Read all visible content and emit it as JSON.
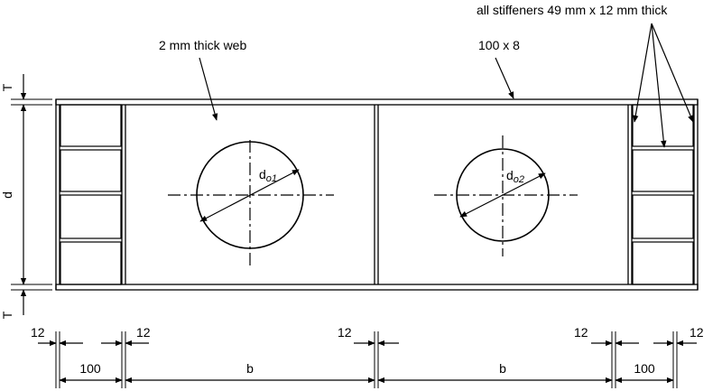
{
  "annotations": {
    "stiffeners": "all stiffeners 49 mm x 12 mm thick",
    "web": "2 mm thick web",
    "flange": "100 x 8"
  },
  "labels": {
    "T": "T",
    "d": "d",
    "do1_main": "d",
    "do1_sub": "o1",
    "do2_main": "d",
    "do2_sub": "o2"
  },
  "dimensions": {
    "twelve": "12",
    "hundred": "100",
    "b": "b"
  }
}
